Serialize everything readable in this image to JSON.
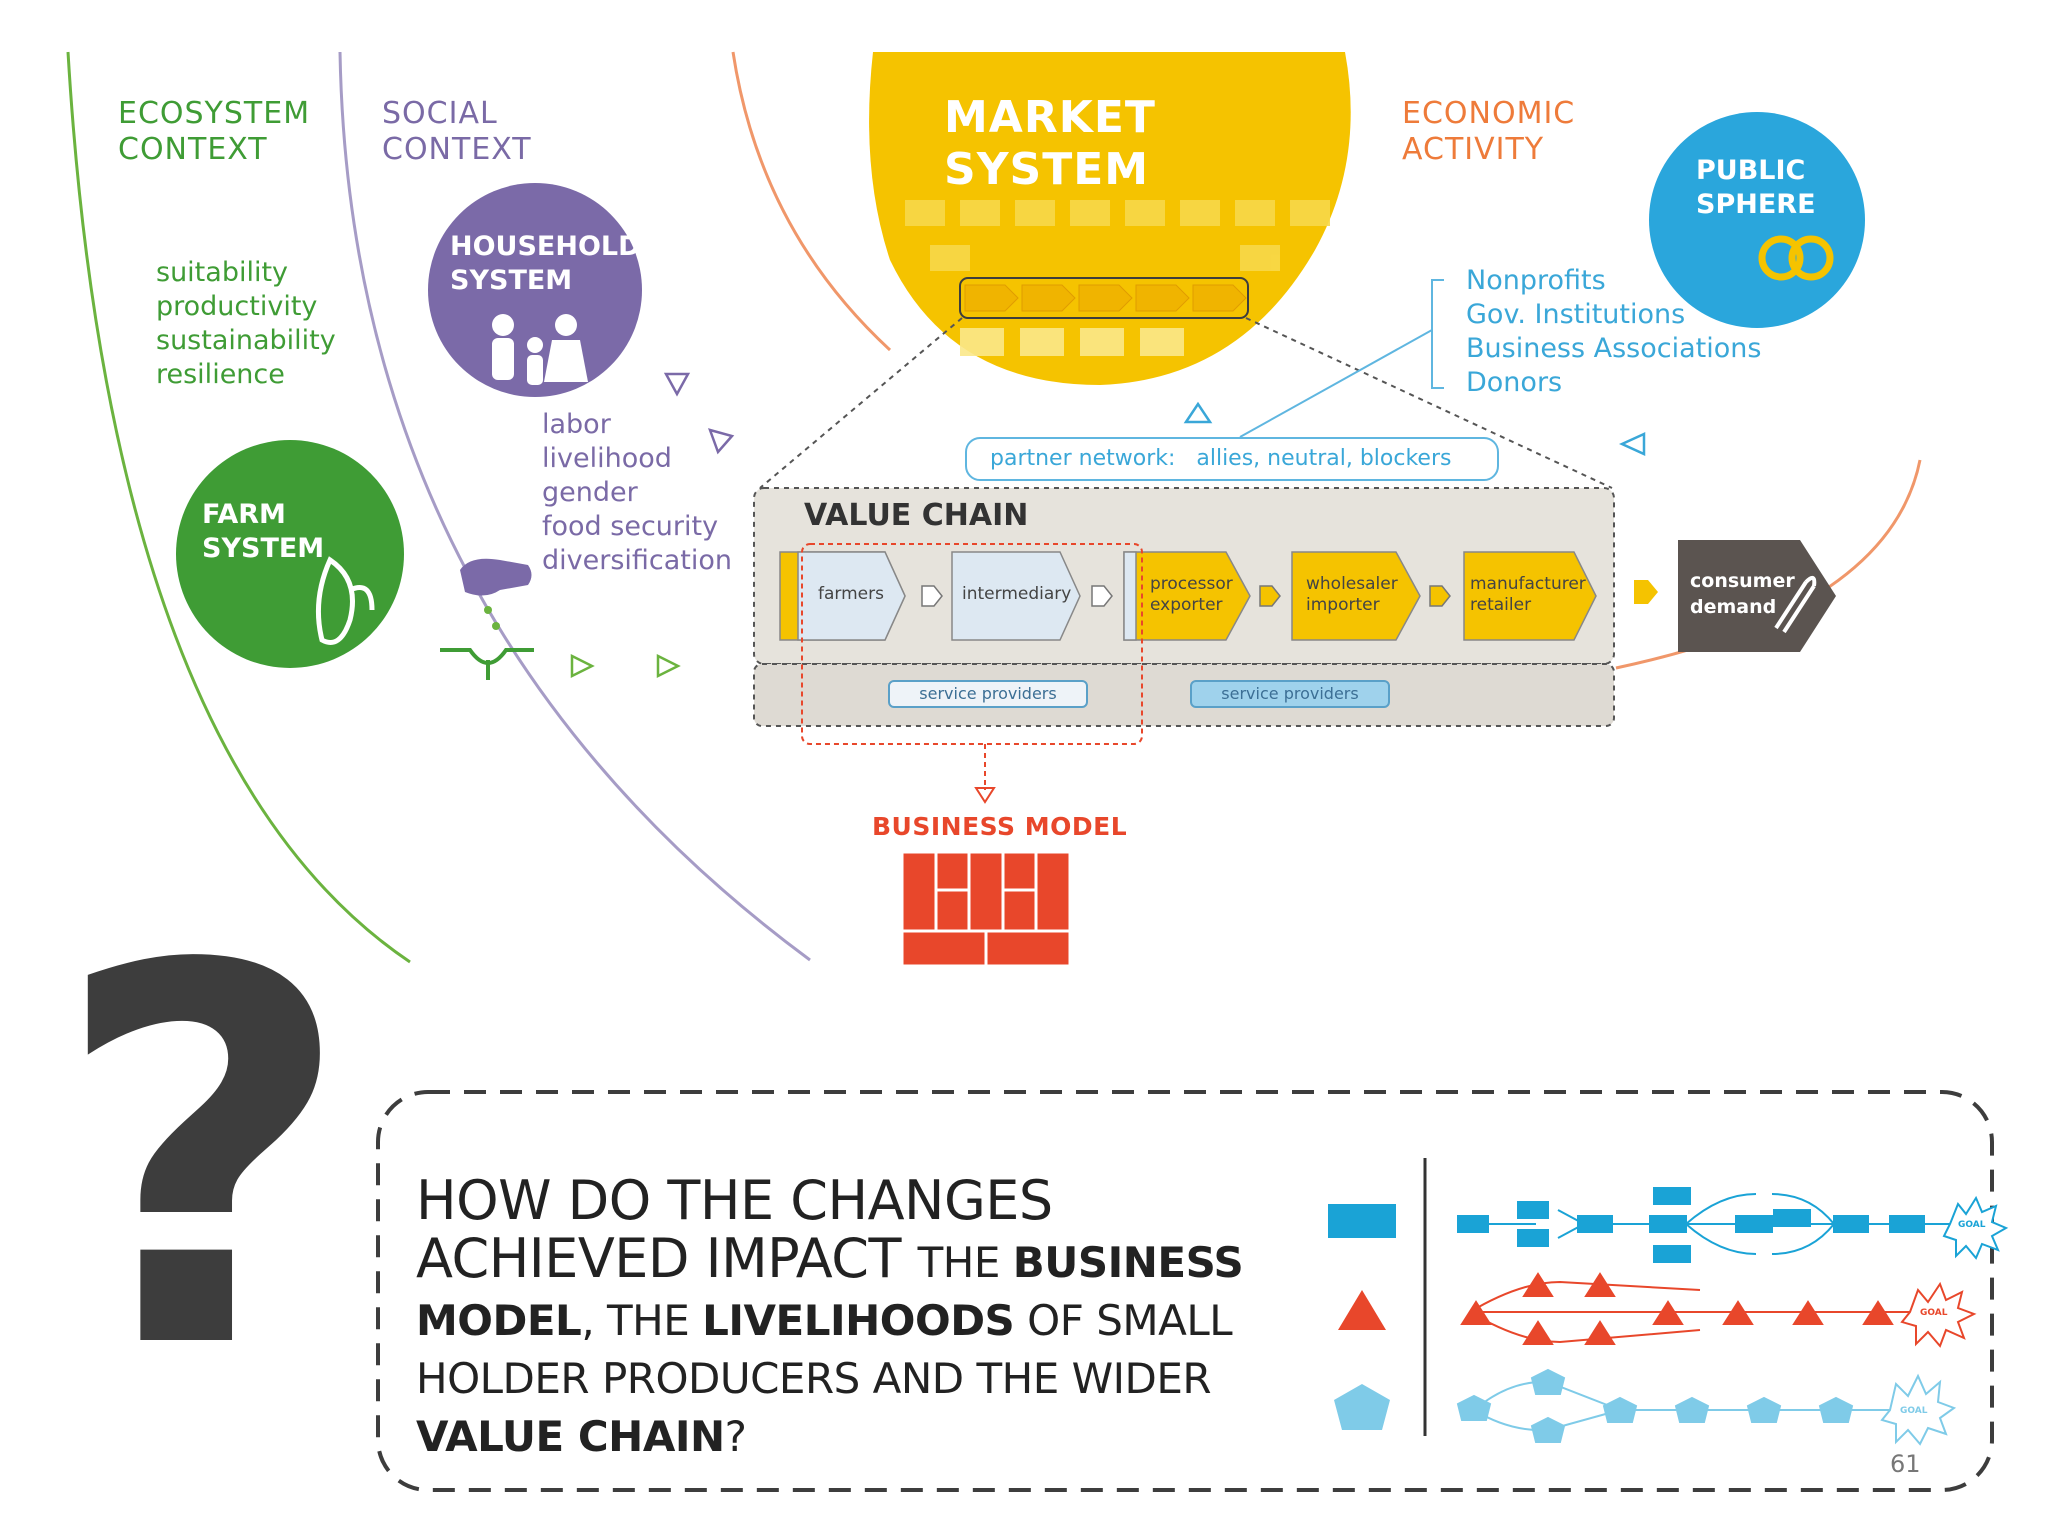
{
  "contexts": {
    "ecosystem": [
      "ECOSYSTEM",
      "CONTEXT"
    ],
    "social": [
      "SOCIAL",
      "CONTEXT"
    ],
    "economic": [
      "ECONOMIC",
      "ACTIVITY"
    ]
  },
  "ecosystem_items": [
    "suitability",
    "productivity",
    "sustainability",
    "resilience"
  ],
  "farm_system": [
    "FARM",
    "SYSTEM"
  ],
  "household_system": [
    "HOUSEHOLD",
    "SYSTEM"
  ],
  "household_items": [
    "labor",
    "livelihood",
    "gender",
    "food security",
    "diversification"
  ],
  "market_system": [
    "MARKET",
    "SYSTEM"
  ],
  "public_sphere": [
    "PUBLIC",
    "SPHERE"
  ],
  "public_items": [
    "Nonprofits",
    "Gov. Institutions",
    "Business Associations",
    "Donors"
  ],
  "partner_network": "partner network:   allies, neutral, blockers",
  "value_chain": {
    "title": "VALUE CHAIN",
    "stages": [
      [
        "farmers"
      ],
      [
        "intermediary"
      ],
      [
        "processor",
        "exporter"
      ],
      [
        "wholesaler",
        "importer"
      ],
      [
        "manufacturer",
        "retailer"
      ]
    ],
    "service_providers": [
      "service providers",
      "service providers"
    ]
  },
  "consumer_demand": [
    "consumer",
    "demand"
  ],
  "business_model": "BUSINESS MODEL",
  "question": {
    "mark": "?",
    "line1": "HOW DO THE CHANGES",
    "line2_a": "ACHIEVED IMPACT ",
    "line2_b": "THE ",
    "line2_c": "BUSINESS",
    "line3_a": "MODEL",
    "line3_b": ", THE ",
    "line3_c": "LIVELIHOODS",
    "line3_d": " OF SMALL",
    "line4": "HOLDER PRODUCERS AND THE WIDER",
    "line5_a": "VALUE CHAIN",
    "line5_b": "?"
  },
  "goal_label": "GOAL",
  "page_number": "61",
  "colors": {
    "green": "#3f9c35",
    "purple": "#7b6aa8",
    "yellow": "#f5c300",
    "blue": "#2aa6dc",
    "orange": "#ee7b3a",
    "red": "#e8472b",
    "consumer": "#5b5450"
  }
}
